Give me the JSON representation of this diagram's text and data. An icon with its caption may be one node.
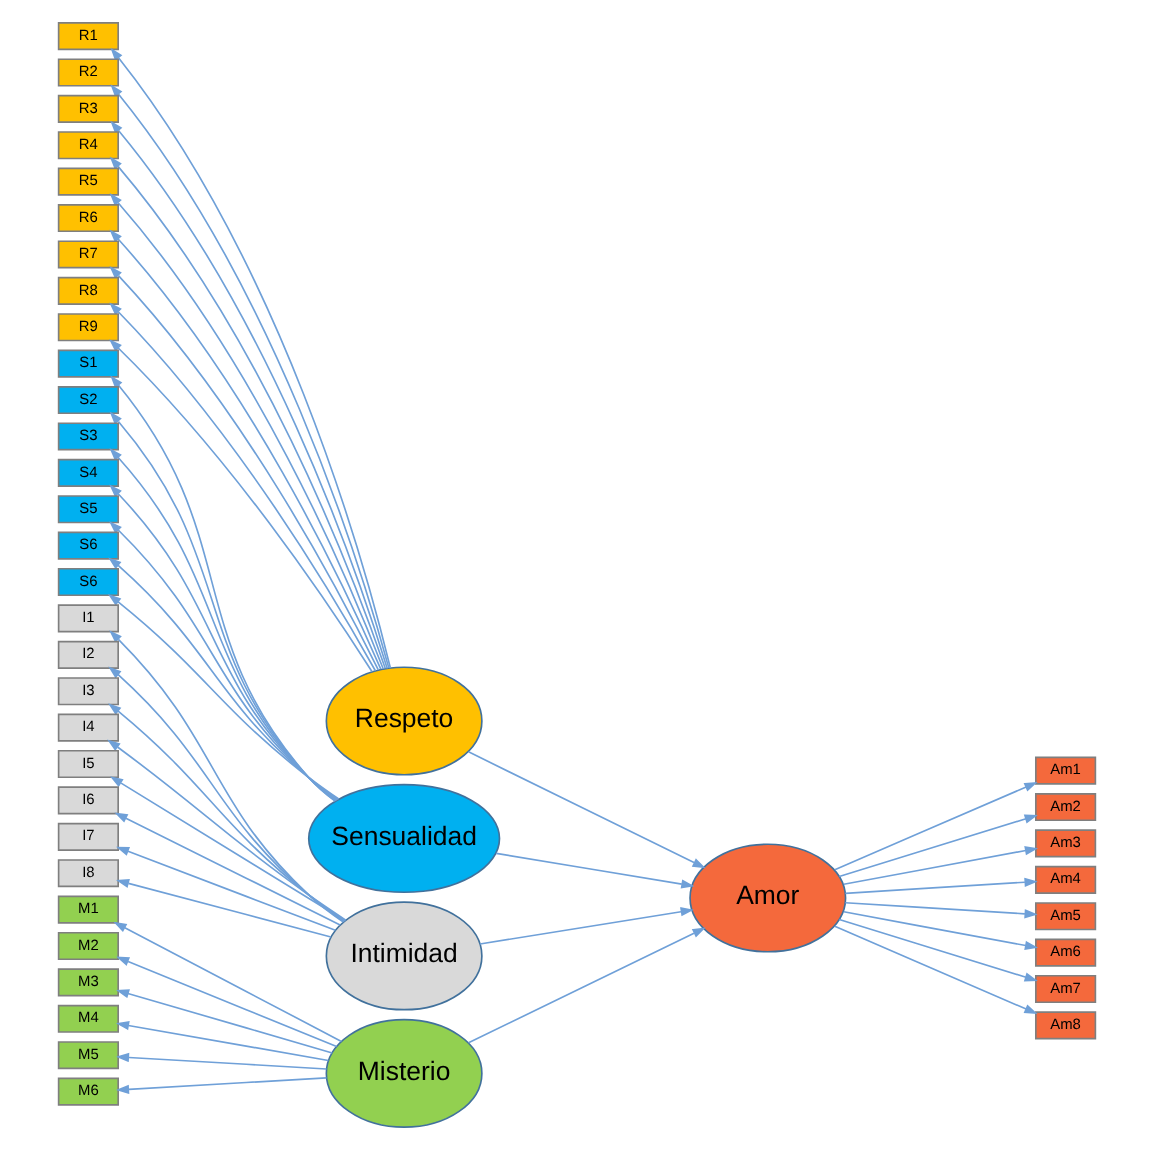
{
  "diagram": {
    "nodes": [
      {
        "text": [
          "Misterio"
        ]
      },
      {
        "text": [
          "M1"
        ]
      },
      {
        "text": [
          "M2"
        ]
      },
      {
        "text": [
          "M3"
        ]
      },
      {
        "text": [
          "M4"
        ]
      },
      {
        "text": [
          "M5"
        ]
      },
      {
        "text": [
          "M6"
        ]
      },
      {
        "text": [
          "Respeto"
        ]
      },
      {
        "text": [
          "R1"
        ]
      },
      {
        "text": [
          "R2"
        ]
      },
      {
        "text": [
          "R3"
        ]
      },
      {
        "text": [
          "R4"
        ]
      },
      {
        "text": [
          "R5"
        ]
      },
      {
        "text": [
          "R6"
        ]
      },
      {
        "text": [
          "R7"
        ]
      },
      {
        "text": [
          "R8"
        ]
      },
      {
        "text": [
          "R9"
        ]
      },
      {
        "text": [
          "Sensualidad"
        ]
      },
      {
        "text": [
          "S1"
        ]
      },
      {
        "text": [
          "S2"
        ]
      },
      {
        "text": [
          "S3"
        ]
      },
      {
        "text": [
          "S4"
        ]
      },
      {
        "text": [
          "S5"
        ]
      },
      {
        "text": [
          "S6"
        ]
      },
      {
        "text": [
          "S6"
        ]
      },
      {
        "text": [
          "Intimidad"
        ]
      },
      {
        "text": [
          "I1"
        ]
      },
      {
        "text": [
          "I2"
        ]
      },
      {
        "text": [
          "I3"
        ]
      },
      {
        "text": [
          "I4"
        ]
      },
      {
        "text": [
          "I5"
        ]
      },
      {
        "text": [
          "I6"
        ]
      },
      {
        "text": [
          "I7"
        ]
      },
      {
        "text": [
          "I8"
        ]
      },
      {
        "text": [
          "Amor"
        ]
      },
      {
        "text": [
          "Am1"
        ]
      },
      {
        "text": [
          "Am2"
        ]
      },
      {
        "text": [
          "Am3"
        ]
      },
      {
        "text": [
          "Am4"
        ]
      },
      {
        "text": [
          "Am5"
        ]
      },
      {
        "text": [
          "Am6"
        ]
      },
      {
        "text": [
          "Am7"
        ]
      },
      {
        "text": [
          "Am8"
        ]
      }
    ],
    "edges": [
      {
        "from": 0,
        "to": 1,
        "arrow": "to"
      },
      {
        "from": 0,
        "to": 2,
        "arrow": "to"
      },
      {
        "from": 0,
        "to": 3,
        "arrow": "to"
      },
      {
        "from": 0,
        "to": 4,
        "arrow": "to"
      },
      {
        "from": 0,
        "to": 5,
        "arrow": "to"
      },
      {
        "from": 0,
        "to": 6,
        "arrow": "to"
      },
      {
        "from": 7,
        "to": 8,
        "arrow": "to"
      },
      {
        "from": 7,
        "to": 9,
        "arrow": "to"
      },
      {
        "from": 7,
        "to": 10,
        "arrow": "to"
      },
      {
        "from": 7,
        "to": 11,
        "arrow": "to"
      },
      {
        "from": 7,
        "to": 12,
        "arrow": "to"
      },
      {
        "from": 7,
        "to": 13,
        "arrow": "to"
      },
      {
        "from": 7,
        "to": 14,
        "arrow": "to"
      },
      {
        "from": 7,
        "to": 15,
        "arrow": "to"
      },
      {
        "from": 7,
        "to": 16,
        "arrow": "to"
      },
      {
        "from": 17,
        "to": 18,
        "arrow": "to"
      },
      {
        "from": 17,
        "to": 19,
        "arrow": "to"
      },
      {
        "from": 17,
        "to": 20,
        "arrow": "to"
      },
      {
        "from": 17,
        "to": 21,
        "arrow": "to"
      },
      {
        "from": 17,
        "to": 22,
        "arrow": "to"
      },
      {
        "from": 17,
        "to": 23,
        "arrow": "to"
      },
      {
        "from": 17,
        "to": 24,
        "arrow": "to"
      },
      {
        "from": 25,
        "to": 26,
        "arrow": "to"
      },
      {
        "from": 25,
        "to": 27,
        "arrow": "to"
      },
      {
        "from": 25,
        "to": 28,
        "arrow": "to"
      },
      {
        "from": 25,
        "to": 29,
        "arrow": "to"
      },
      {
        "from": 25,
        "to": 30,
        "arrow": "to"
      },
      {
        "from": 25,
        "to": 31,
        "arrow": "to"
      },
      {
        "from": 25,
        "to": 32,
        "arrow": "to"
      },
      {
        "from": 25,
        "to": 33,
        "arrow": "to"
      },
      {
        "from": 0,
        "to": 34,
        "arrow": "to"
      },
      {
        "from": 7,
        "to": 34,
        "arrow": "to"
      },
      {
        "from": 17,
        "to": 34,
        "arrow": "to"
      },
      {
        "from": 25,
        "to": 34,
        "arrow": "to"
      },
      {
        "from": 34,
        "to": 35,
        "arrow": "to"
      },
      {
        "from": 34,
        "to": 36,
        "arrow": "to"
      },
      {
        "from": 34,
        "to": 37,
        "arrow": "to"
      },
      {
        "from": 34,
        "to": 38,
        "arrow": "to"
      },
      {
        "from": 34,
        "to": 39,
        "arrow": "to"
      },
      {
        "from": 34,
        "to": 40,
        "arrow": "to"
      },
      {
        "from": 34,
        "to": 41,
        "arrow": "to"
      },
      {
        "from": 34,
        "to": 42,
        "arrow": "to"
      }
    ]
  }
}
